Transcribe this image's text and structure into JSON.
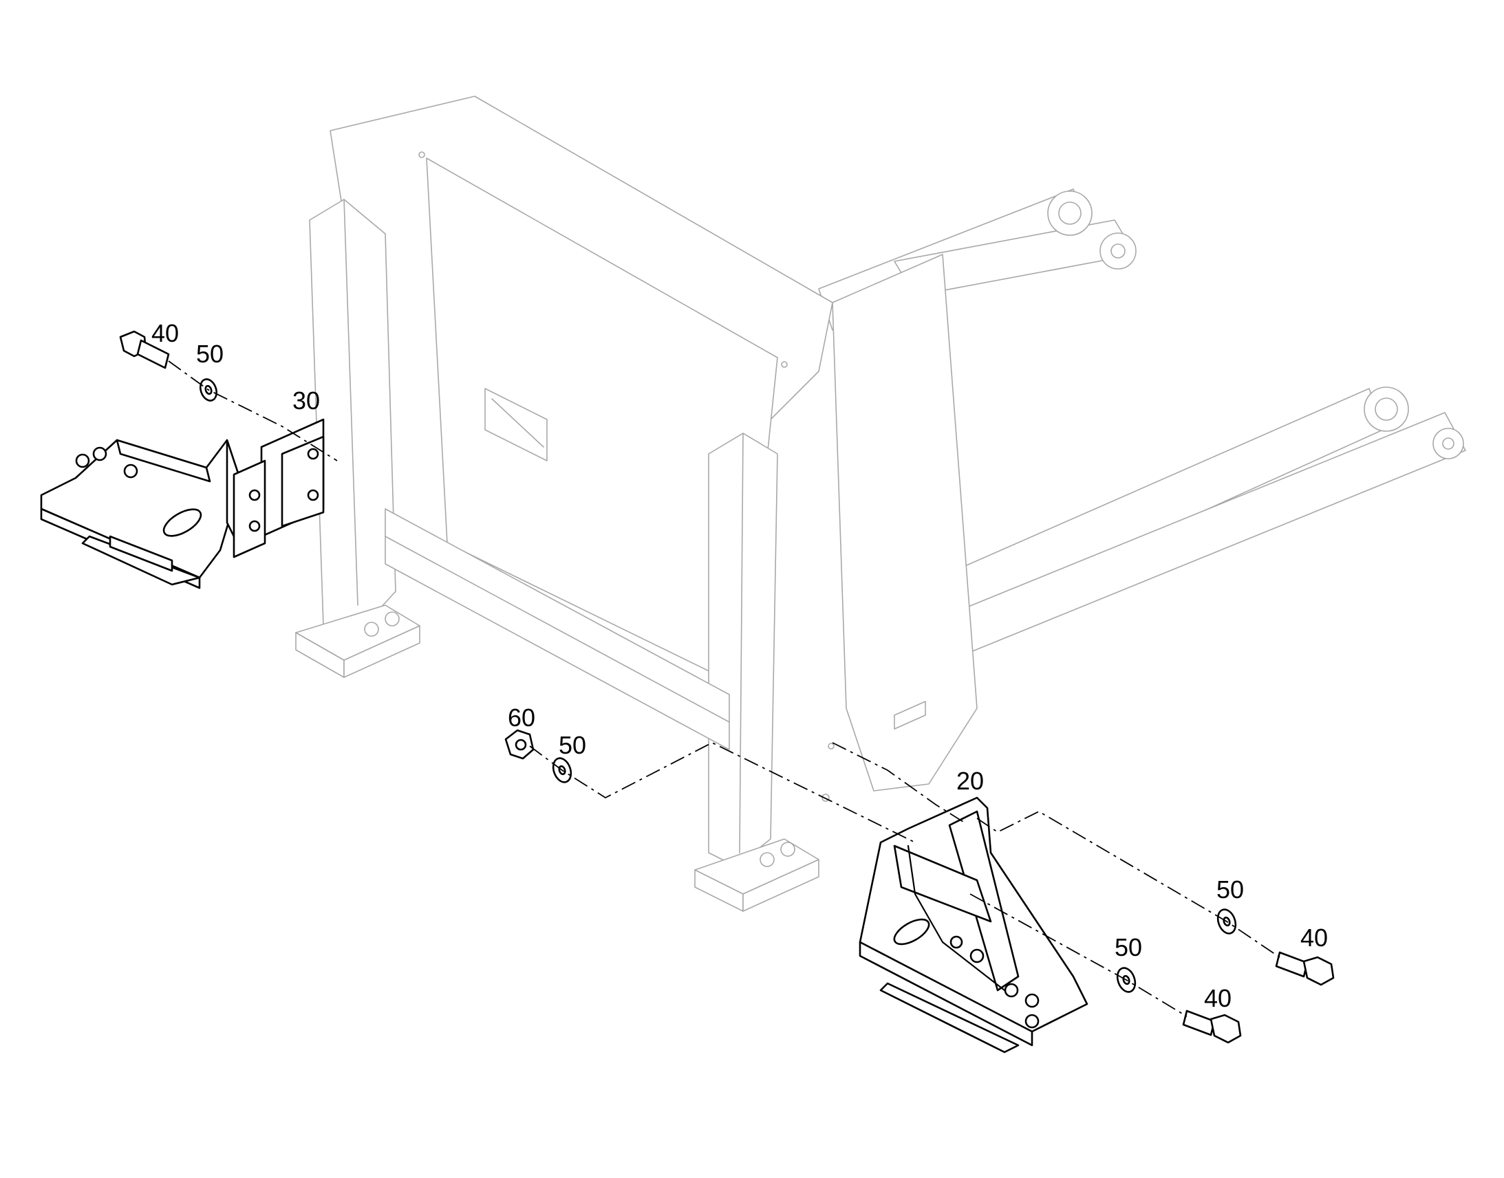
{
  "callouts": {
    "c20": "20",
    "c30": "30",
    "c40_left": "40",
    "c50_left": "50",
    "c60": "60",
    "c50_mid": "50",
    "c50_right_upper": "50",
    "c40_right_upper": "40",
    "c50_right_lower": "50",
    "c40_right_lower": "40"
  },
  "colors": {
    "frame_outline": "#a8a8a8",
    "part_outline": "#000000",
    "background": "#ffffff"
  }
}
